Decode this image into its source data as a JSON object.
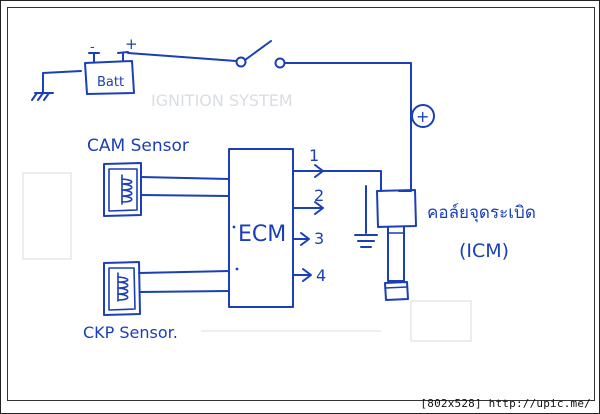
{
  "labels": {
    "batt": "Batt",
    "batt_minus": "-",
    "batt_plus": "+",
    "ign_plus": "+",
    "cam_sensor": "CAM Sensor",
    "ckp_sensor": "CKP Sensor.",
    "ecm": "ECM",
    "out1": "1",
    "out2": "2",
    "out3": "3",
    "out4": "4",
    "coil_thai": "คอล์ยจุดระเบิด",
    "coil_abbr": "(ICM)"
  },
  "ghost_text": "IGNITION SYSTEM",
  "watermark": "[802x528] http://upic.me/",
  "colors": {
    "ink": "#1a3fb8"
  }
}
